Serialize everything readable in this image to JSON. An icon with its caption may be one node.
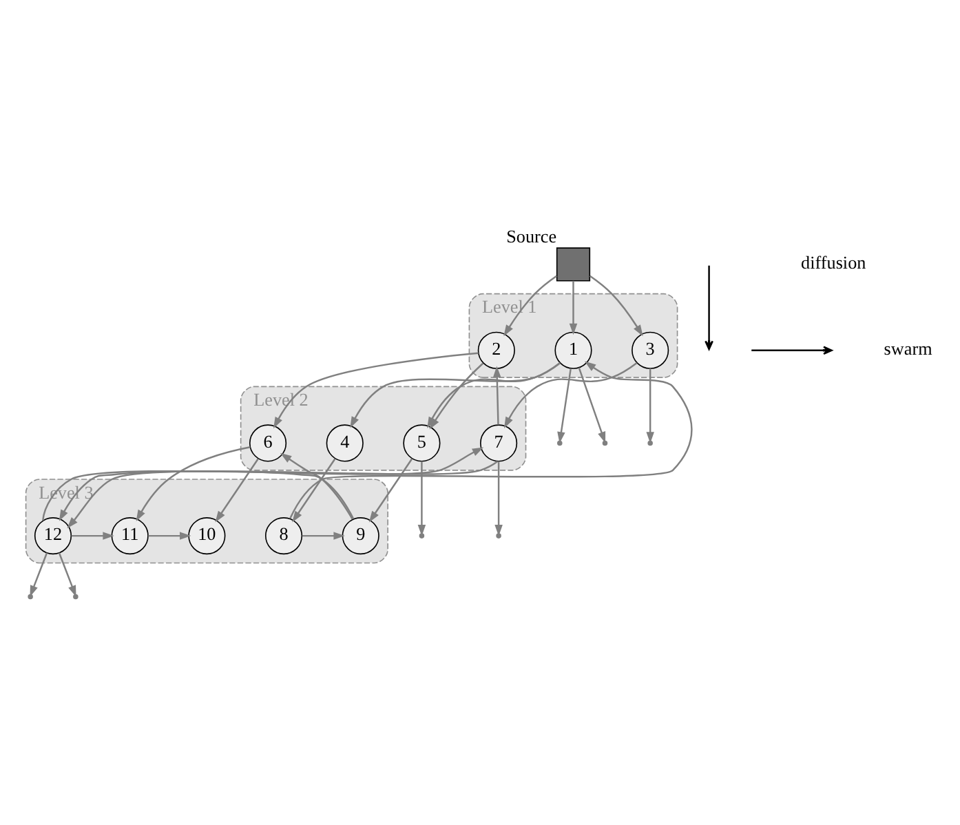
{
  "diagram": {
    "nodes": [
      {
        "text": [],
        "shape": "box",
        "beside": [
          "Source"
        ]
      },
      {
        "text": [
          "Level 1"
        ]
      },
      {
        "text": [
          "1"
        ],
        "in": 1
      },
      {
        "text": [
          "2"
        ],
        "in": 1
      },
      {
        "text": [
          "3"
        ],
        "in": 1
      },
      {
        "text": [
          "Level 2"
        ]
      },
      {
        "text": [
          "4"
        ],
        "in": 5
      },
      {
        "text": [
          "5"
        ],
        "in": 5
      },
      {
        "text": [
          "6"
        ],
        "in": 5
      },
      {
        "text": [
          "7"
        ],
        "in": 5
      },
      {
        "text": [
          "Level 3"
        ]
      },
      {
        "text": [
          "8"
        ],
        "in": 10
      },
      {
        "text": [
          "9"
        ],
        "in": 10
      },
      {
        "text": [
          "10"
        ],
        "in": 10
      },
      {
        "text": [
          "11"
        ],
        "in": 10
      },
      {
        "text": [
          "12"
        ],
        "in": 10
      }
    ],
    "edges": [
      {
        "from": 0,
        "to": 2,
        "arrow": "to"
      },
      {
        "from": 0,
        "to": 3,
        "arrow": "to"
      },
      {
        "from": 0,
        "to": 4,
        "arrow": "to"
      },
      {
        "from": 2,
        "to": 6,
        "arrow": "to"
      },
      {
        "from": 2,
        "to": 7,
        "arrow": "to"
      },
      {
        "from": 2,
        "to": null,
        "arrow": "to"
      },
      {
        "from": 2,
        "to": null,
        "arrow": "to"
      },
      {
        "from": 11,
        "to": 2,
        "arrow": "to"
      },
      {
        "from": 3,
        "to": 7,
        "arrow": "to"
      },
      {
        "from": 3,
        "to": 8,
        "arrow": "to"
      },
      {
        "from": 9,
        "to": 3,
        "arrow": "to"
      },
      {
        "from": 4,
        "to": null,
        "arrow": "to"
      },
      {
        "from": 4,
        "to": 9,
        "arrow": "to"
      },
      {
        "from": 6,
        "to": 11,
        "arrow": "to"
      },
      {
        "from": 7,
        "to": null,
        "arrow": "to"
      },
      {
        "from": 7,
        "to": 12,
        "arrow": "to"
      },
      {
        "from": 12,
        "to": 8,
        "arrow": "to"
      },
      {
        "from": 8,
        "to": 13,
        "arrow": "to"
      },
      {
        "from": 8,
        "to": 14,
        "arrow": "to"
      },
      {
        "from": 9,
        "to": null,
        "arrow": "to"
      },
      {
        "from": 9,
        "to": 15,
        "arrow": "to"
      },
      {
        "from": 15,
        "to": 9,
        "arrow": "to"
      },
      {
        "from": 15,
        "to": null,
        "arrow": "to"
      },
      {
        "from": 11,
        "to": 12,
        "arrow": "to"
      },
      {
        "from": 12,
        "to": 15,
        "arrow": "to"
      },
      {
        "from": 15,
        "to": 14,
        "arrow": "to"
      },
      {
        "from": 14,
        "to": 13,
        "arrow": "to"
      },
      {
        "from": 15,
        "to": null,
        "arrow": "to"
      }
    ],
    "legend": [
      {
        "text": "diffusion"
      },
      {
        "text": "swarm"
      }
    ]
  }
}
